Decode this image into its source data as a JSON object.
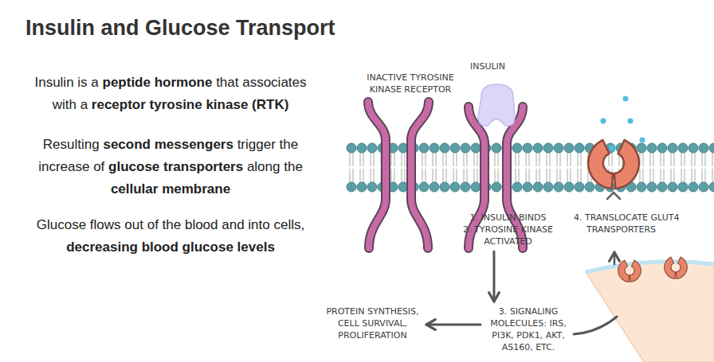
{
  "diagram": {
    "title": "Insulin and Glucose Transport",
    "nodes": [
      {
        "text": [
          "1. INSULIN BINDS",
          "2. TYROSINE KINASE ACTIVATED"
        ]
      },
      {
        "text": [
          "3. SIGNALING MOLECULES: IRS, PI3K, PDK1, AKT, AS160, ETC."
        ]
      },
      {
        "text": [
          "PROTEIN SYNTHESIS, CELL SURVIVAL, PROLIFERATION"
        ]
      }
    ],
    "edges": [
      {
        "from": 0,
        "to": 1,
        "arrow": "to"
      },
      {
        "from": 1,
        "to": 2,
        "arrow": "to"
      }
    ],
    "labels": [
      "Insulin is a peptide hormone that associates with a receptor tyrosine kinase (RTK)",
      "Resulting second messengers trigger the increase of glucose transporters along the cellular membrane",
      "Glucose flows out of the blood and into cells, decreasing blood glucose levels",
      "INACTIVE TYROSINE KINASE RECEPTOR",
      "INSULIN",
      "4. TRANSLOCATE GLUT4 TRANSPORTERS"
    ]
  }
}
